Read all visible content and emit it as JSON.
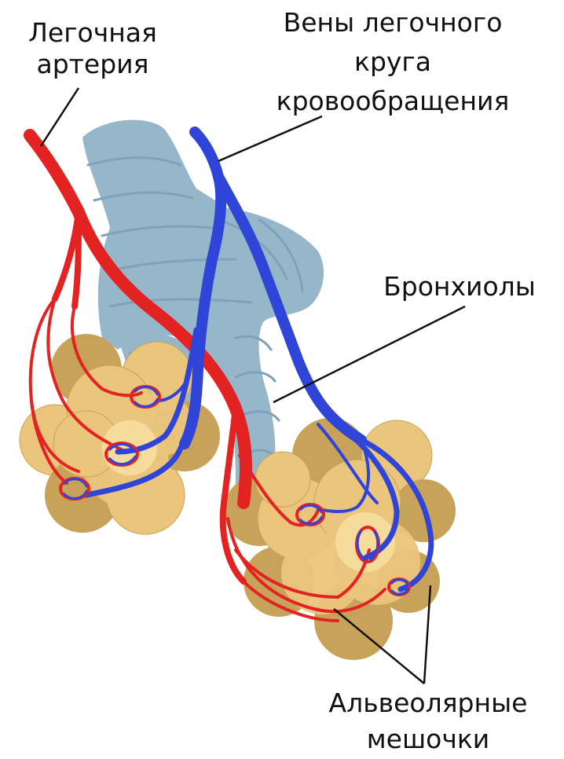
{
  "labels": {
    "artery": [
      "Легочная",
      "артерия"
    ],
    "veins": [
      "Вены легочного",
      "круга",
      "кровообращения"
    ],
    "bronchioles": [
      "Бронхиолы"
    ],
    "alveolar_sacs": [
      "Альвеолярные",
      "мешочки"
    ]
  },
  "colors": {
    "bronchiole": "#96b6c9",
    "bronchiole_shade": "#7fa2b8",
    "artery": "#e32222",
    "artery_dark": "#b51515",
    "vein": "#2f45d8",
    "vein_dark": "#1e2fa6",
    "alveolus_light": "#f6dc9c",
    "alveolus": "#ebc57c",
    "alveolus_dark": "#c9a25a",
    "leader_line": "#111111"
  }
}
